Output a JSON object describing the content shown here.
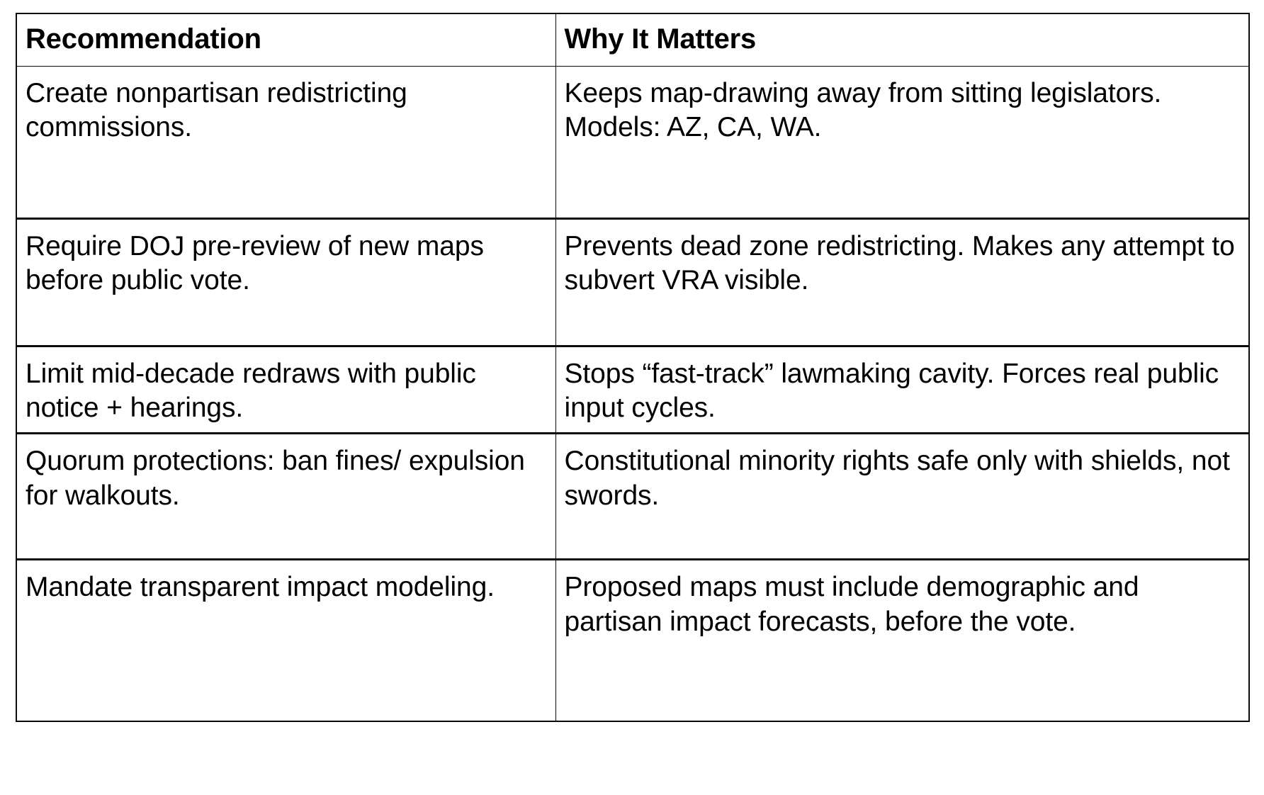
{
  "table": {
    "columns": [
      {
        "id": "recommendation",
        "header": "Recommendation"
      },
      {
        "id": "why_it_matters",
        "header": "Why It Matters"
      }
    ],
    "rows": [
      {
        "recommendation": "Create nonpartisan redistricting commissions.",
        "why_it_matters": "Keeps map-drawing away from sitting legislators. Models: AZ, CA, WA."
      },
      {
        "recommendation": "Require DOJ pre-review of new maps before public vote.",
        "why_it_matters": "Prevents dead zone redistricting. Makes any attempt to subvert VRA visible."
      },
      {
        "recommendation": "Limit mid-decade redraws with public notice + hearings.",
        "why_it_matters": "Stops “fast-track” lawmaking cavity. Forces real public input cycles."
      },
      {
        "recommendation": "Quorum protections: ban fines/ expulsion for walkouts.",
        "why_it_matters": "Constitutional minority rights safe only with shields, not swords."
      },
      {
        "recommendation": "Mandate transparent impact modeling.",
        "why_it_matters": "Proposed maps must include demographic and partisan impact forecasts, before the vote."
      }
    ]
  },
  "colors": {
    "text": "#000000",
    "border": "#0b0b0b",
    "background": "#ffffff"
  }
}
